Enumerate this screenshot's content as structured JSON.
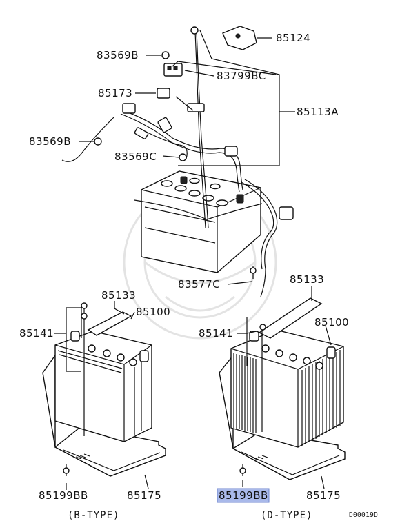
{
  "labels": {
    "p85124": "85124",
    "p83569B_top": "83569B",
    "p83799BC": "83799BC",
    "p85173": "85173",
    "p85113A": "85113A",
    "p83569B_left": "83569B",
    "p83569C": "83569C",
    "p83577C": "83577C",
    "b_85133": "85133",
    "b_85100": "85100",
    "b_85141": "85141",
    "b_85199BB": "85199BB",
    "b_85175": "85175",
    "d_85133": "85133",
    "d_85100": "85100",
    "d_85141": "85141",
    "d_85199BB": "85199BB",
    "d_85175": "85175"
  },
  "captions": {
    "b_type": "(B-TYPE)",
    "d_type": "(D-TYPE)"
  },
  "diagram_code": "D00019D",
  "highlight": {
    "part": "85199BB",
    "color": "#a9b9ea"
  }
}
